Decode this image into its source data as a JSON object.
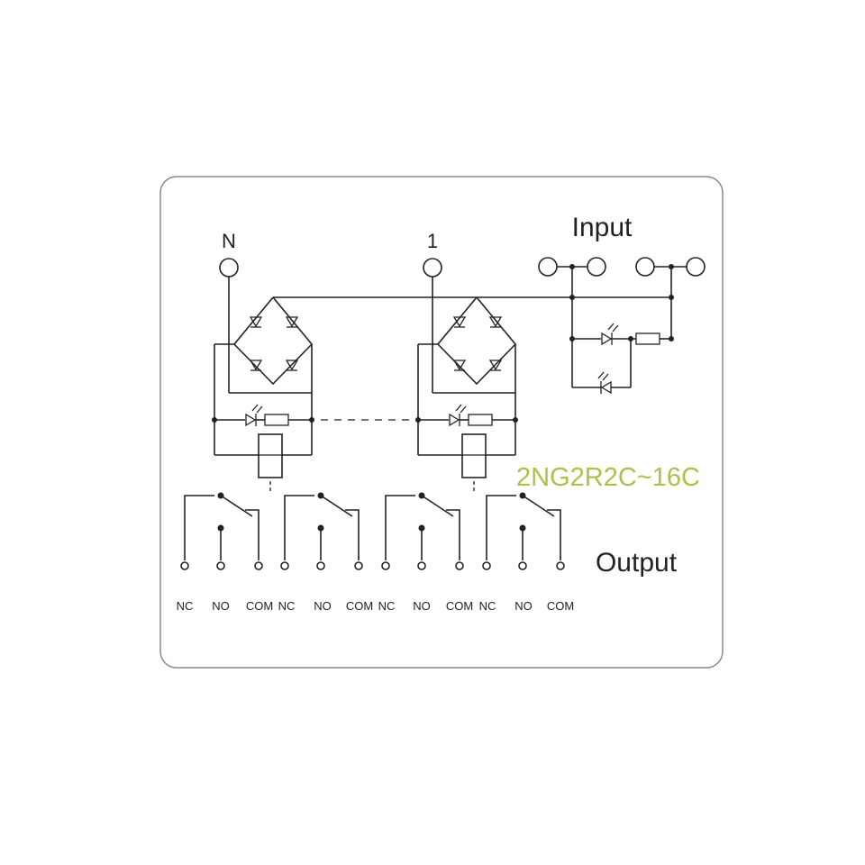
{
  "labels": {
    "neutral": "N",
    "terminal_one": "1",
    "input": "Input",
    "output": "Output",
    "model": "2NG2R2C~16C"
  },
  "contact_groups": [
    {
      "nc": "NC",
      "no": "NO",
      "com": "COM"
    },
    {
      "nc": "NC",
      "no": "NO",
      "com": "COM"
    },
    {
      "nc": "NC",
      "no": "NO",
      "com": "COM"
    },
    {
      "nc": "NC",
      "no": "NO",
      "com": "COM"
    }
  ],
  "colors": {
    "line": "#222222",
    "frame": "#888888",
    "model_text": "#a8c34a"
  }
}
